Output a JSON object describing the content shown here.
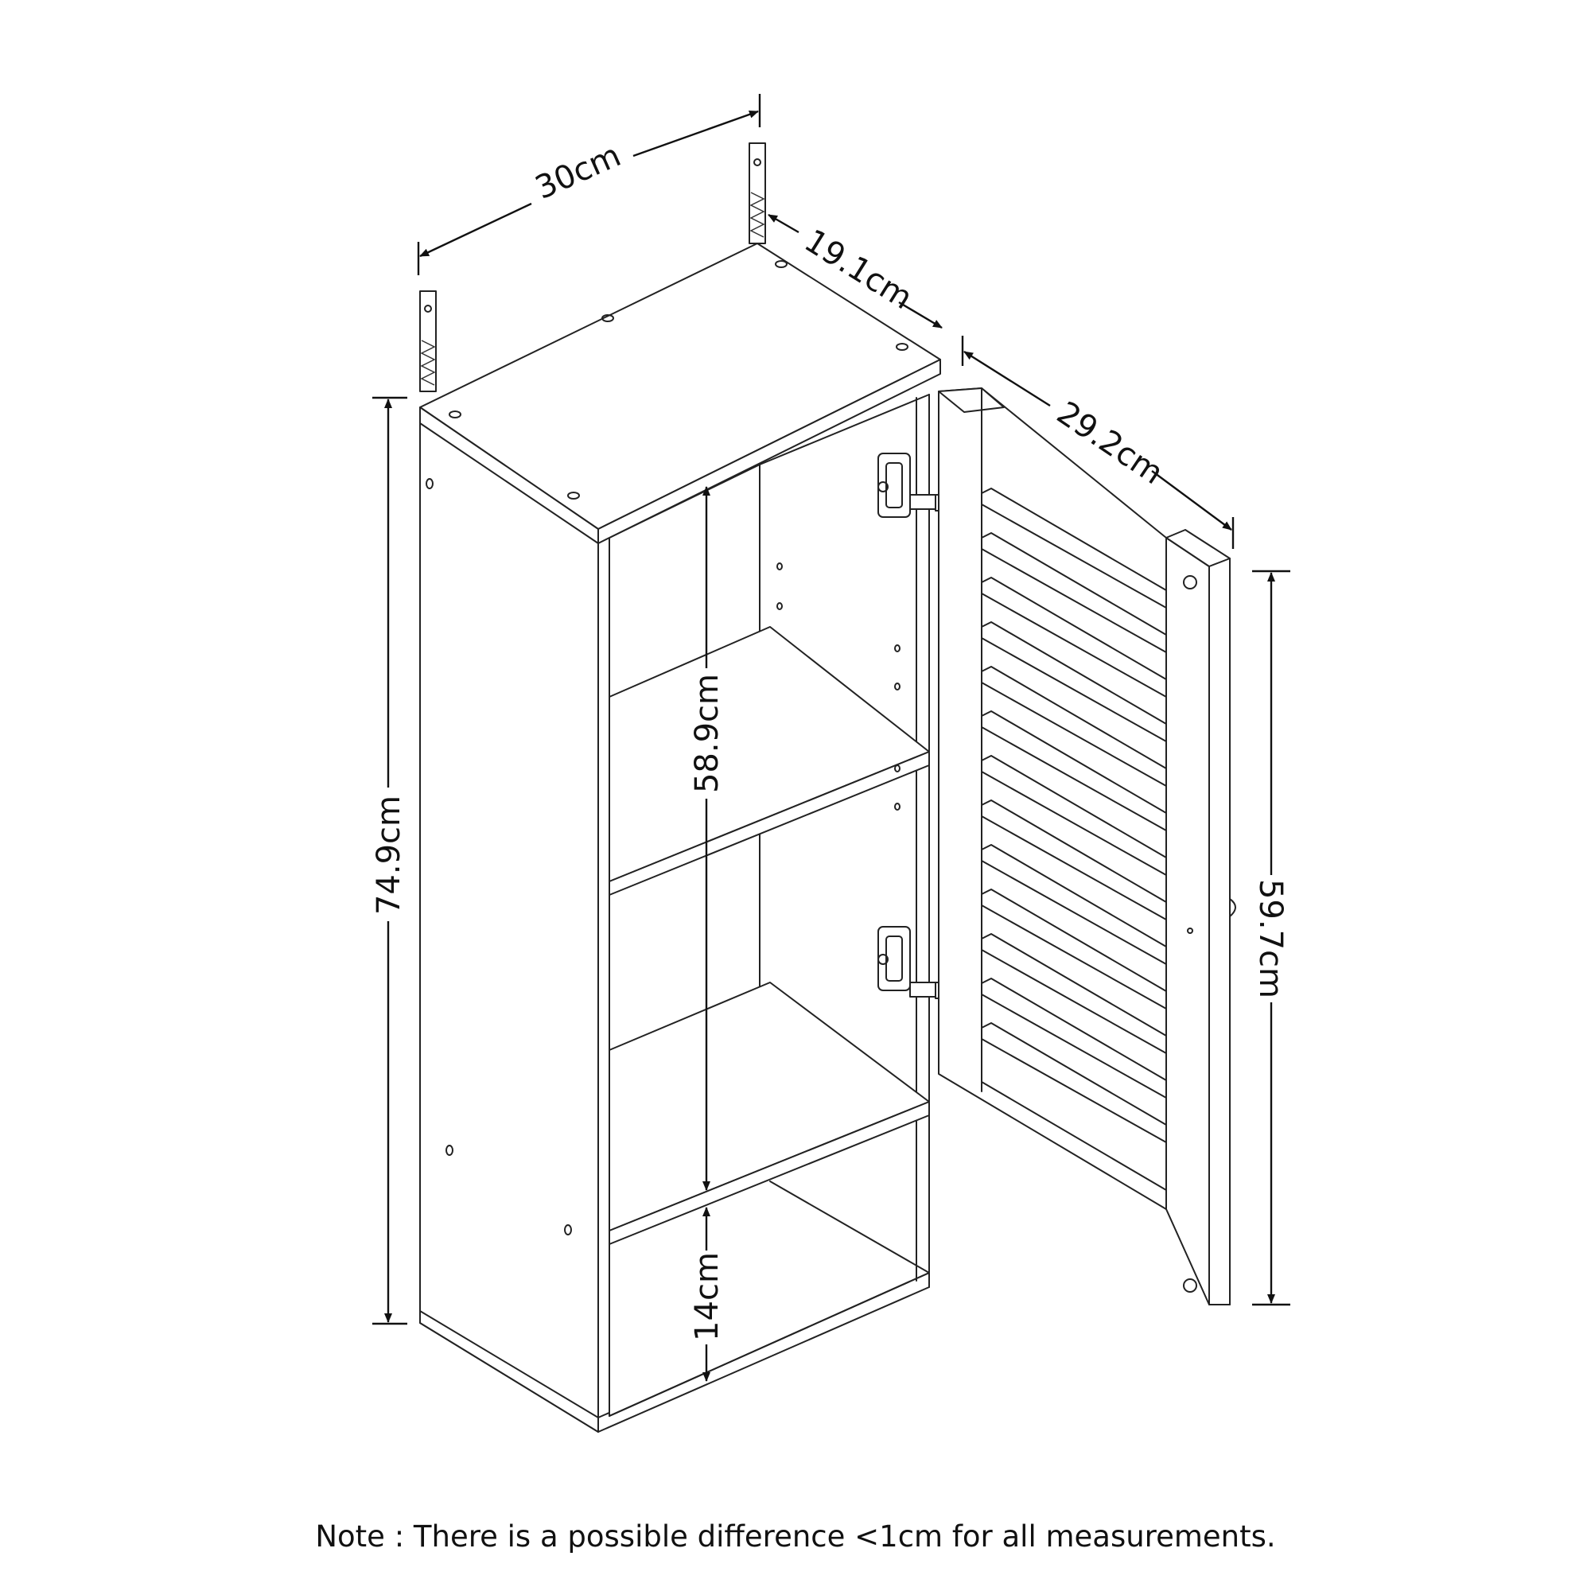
{
  "dimensions": {
    "width": "30cm",
    "depth": "19.1cm",
    "door_width": "29.2cm",
    "total_height": "74.9cm",
    "door_height": "59.7cm",
    "inner_height": "58.9cm",
    "bottom_gap": "14cm"
  },
  "note": "Note : There is a possible difference <1cm for all measurements."
}
